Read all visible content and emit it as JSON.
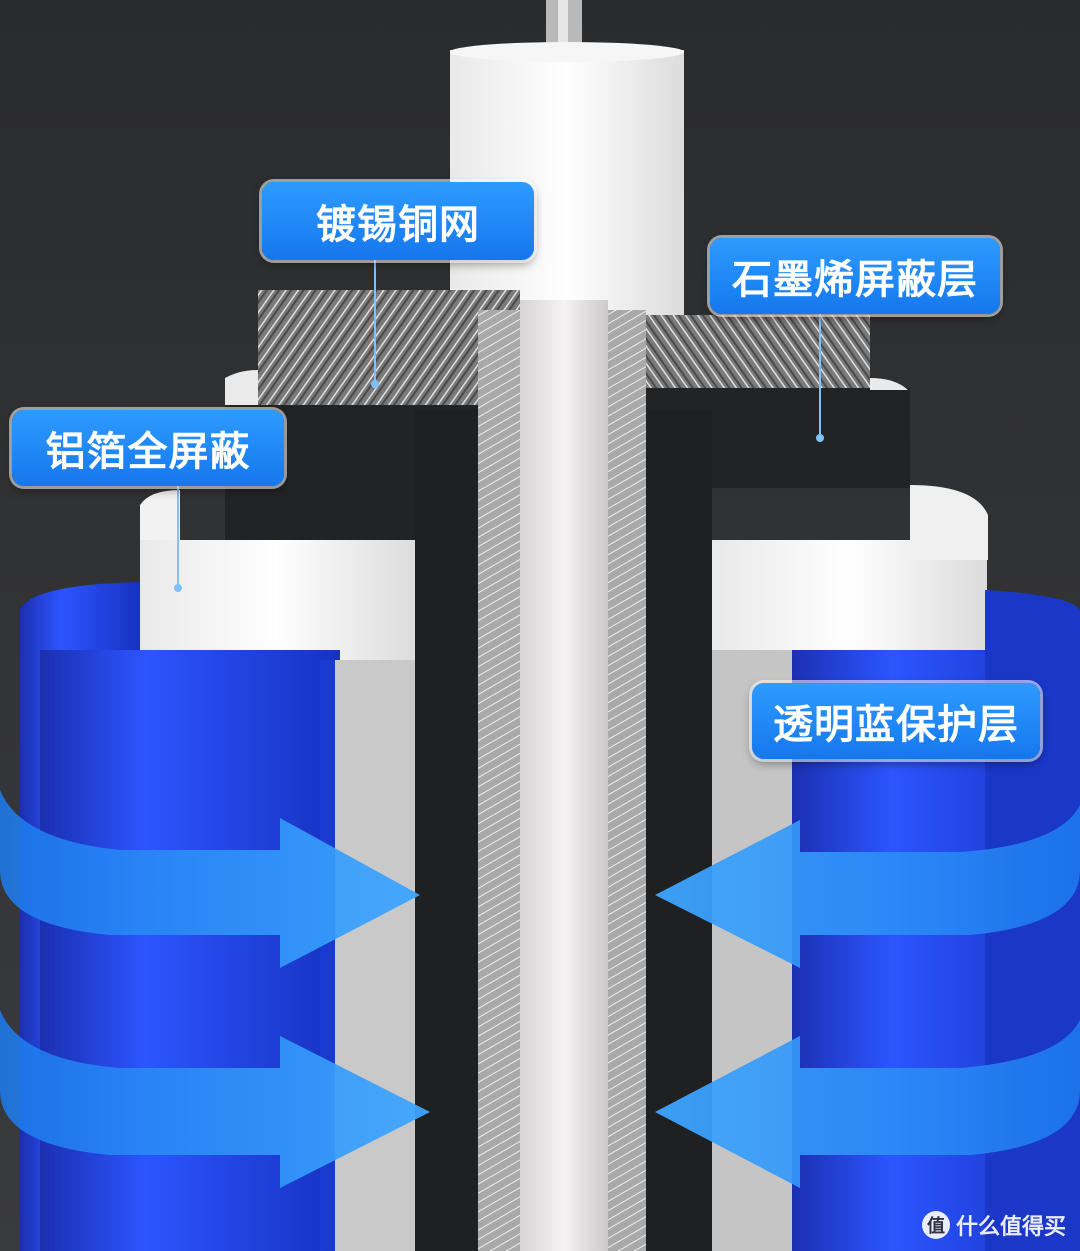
{
  "labels": {
    "tinned_copper_mesh": "镀锡铜网",
    "graphene_shield_layer": "石墨烯屏蔽层",
    "aluminum_foil_full_shield": "铝箔全屏蔽",
    "transparent_blue_jacket": "透明蓝保护层"
  },
  "watermark": {
    "text": "什么值得买",
    "icon_glyph": "值"
  },
  "colors": {
    "callout_blue": "#1e88ff",
    "jacket_blue": "#1a4fe0",
    "arrow_blue": "#2a95ff",
    "background": "#2f3032"
  }
}
